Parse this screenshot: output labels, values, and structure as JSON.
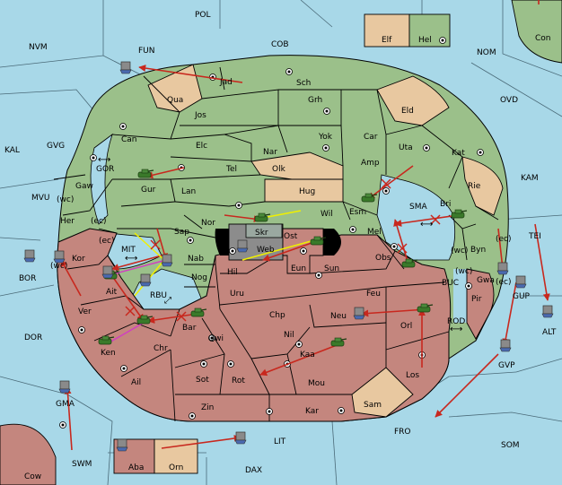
{
  "colors": {
    "sea": "#a8d8e8",
    "green": "#9bc08a",
    "red": "#c4867e",
    "tan": "#e8c8a0",
    "gray": "#8c8c8c",
    "order_arrow": "#c8281e",
    "support_yellow": "#f0f000",
    "support_magenta": "#d040c0"
  },
  "seas": {
    "pol": "POL",
    "fun": "FUN",
    "cob": "COB",
    "nvm": "NVM",
    "nom": "NOM",
    "con": "Con",
    "ovd": "OVD",
    "kal": "KAL",
    "gvg": "GVG",
    "kam": "KAM",
    "gor": "GOR",
    "mvu": "MVU",
    "mit": "MIT",
    "sma": "SMA",
    "tei": "TEI",
    "bor": "BOR",
    "rbu": "RBU",
    "buc": "BUC",
    "rod": "ROD",
    "dor": "DOR",
    "alt": "ALT",
    "gup": "GUP",
    "gvp": "GVP",
    "gma": "GMA",
    "fro": "FRO",
    "som": "SOM",
    "lit": "LIT",
    "swm": "SWM",
    "dax": "DAX",
    "cow": "Cow"
  },
  "provinces": {
    "elf": "Elf",
    "hel": "Hel",
    "jad": "Jad",
    "qua": "Qua",
    "sch": "Sch",
    "jos": "Jos",
    "grh": "Grh",
    "eld": "Eld",
    "can": "Can",
    "elc": "Elc",
    "nar": "Nar",
    "yok": "Yok",
    "car": "Car",
    "uta": "Uta",
    "kat": "Kat",
    "tel": "Tel",
    "olk": "Olk",
    "amp": "Amp",
    "gur": "Gur",
    "lan": "Lan",
    "hug": "Hug",
    "esm": "Esm",
    "rie": "Rie",
    "gaw": "Gaw",
    "wc1": "(wc)",
    "her": "Her",
    "ec1": "(ec)",
    "nor": "Nor",
    "wil": "Wil",
    "bri": "Bri",
    "sap": "Sap",
    "skr": "Skr",
    "web": "Web",
    "ost": "Ost",
    "mel": "Mel",
    "ec2": "(ec)",
    "wc2": "(wc)",
    "kor": "Kor",
    "nab": "Nab",
    "hil": "Hil",
    "eun": "Eun",
    "sun": "Sun",
    "obs": "Obs",
    "wc3": "(wc)",
    "byn": "Byn",
    "ait": "Ait",
    "nog": "Nog",
    "wc4": "(wc)",
    "gwa": "Gwa",
    "ec3": "(ec)",
    "uru": "Uru",
    "feu": "Feu",
    "pir": "Pir",
    "ver": "Ver",
    "bar": "Bar",
    "chp": "Chp",
    "neu": "Neu",
    "orl": "Orl",
    "qwi": "Qwi",
    "nil": "Nil",
    "ken": "Ken",
    "chr": "Chr",
    "kaa": "Kaa",
    "ail": "Ail",
    "sot": "Sot",
    "rot": "Rot",
    "mou": "Mou",
    "los": "Los",
    "zin": "Zin",
    "kar": "Kar",
    "sam": "Sam",
    "aba": "Aba",
    "orn": "Orn"
  },
  "units": {
    "army_icon": "tank-icon",
    "fleet_icon": "ship-icon"
  }
}
